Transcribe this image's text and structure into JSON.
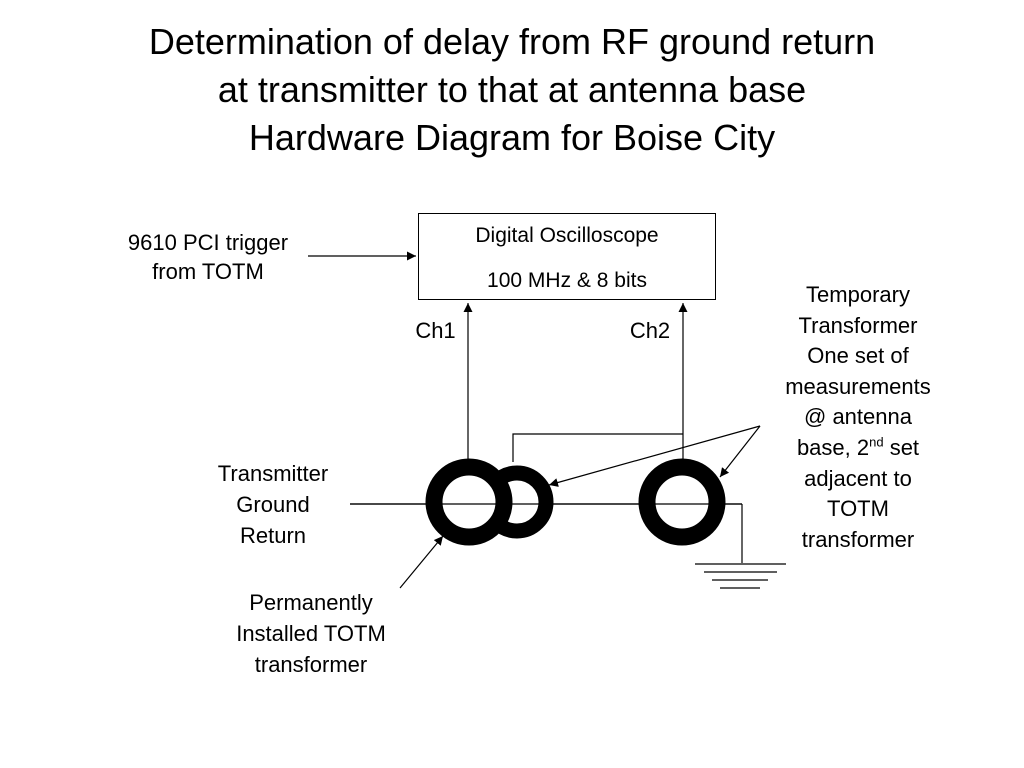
{
  "title": {
    "line1": "Determination of delay from RF ground return",
    "line2": "at transmitter to that at antenna base",
    "line3": "Hardware Diagram for Boise City"
  },
  "oscilloscope": {
    "name": "Digital Oscilloscope",
    "spec": "100 MHz & 8 bits",
    "ch1": "Ch1",
    "ch2": "Ch2"
  },
  "trigger": {
    "line1": "9610 PCI trigger",
    "line2": "from TOTM"
  },
  "ground_return": {
    "line1": "Transmitter",
    "line2": "Ground",
    "line3": "Return"
  },
  "totm": {
    "line1": "Permanently",
    "line2": "Installed TOTM",
    "line3": "transformer"
  },
  "temporary": {
    "line1": "Temporary",
    "line2": "Transformer",
    "line3": "One set of",
    "line4": "measurements",
    "line5": "@ antenna",
    "line6a": "base, 2",
    "line6sup": "nd",
    "line6b": " set",
    "line7": "adjacent to",
    "line8": "TOTM",
    "line9": "transformer"
  }
}
